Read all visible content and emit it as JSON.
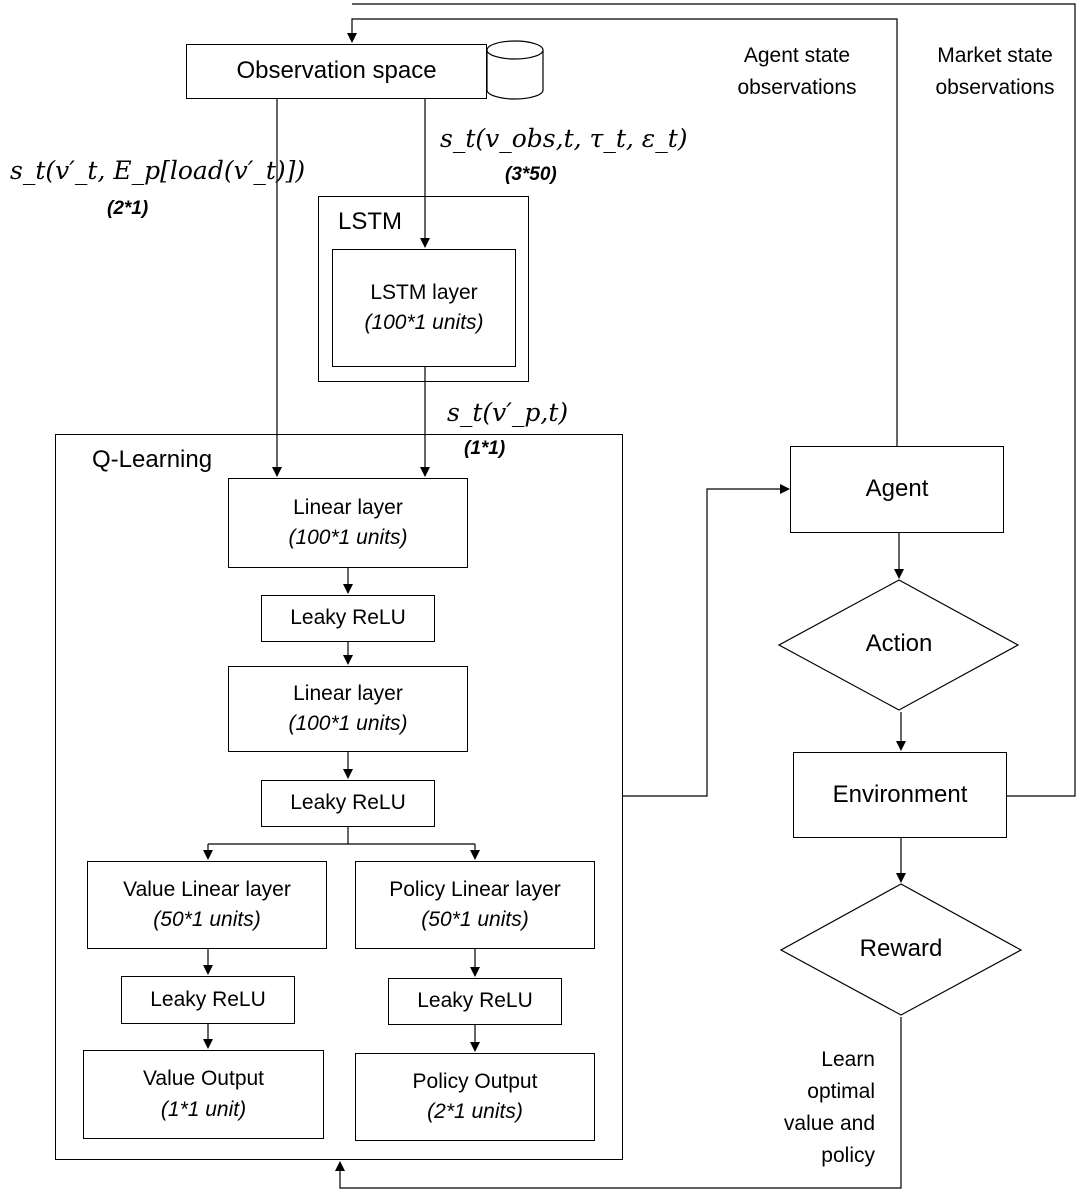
{
  "observation_space": {
    "label": "Observation space"
  },
  "agent_state": {
    "lines": [
      "Agent state",
      "observations"
    ]
  },
  "market_state": {
    "lines": [
      "Market state",
      "observations"
    ]
  },
  "input_left": {
    "formula": "s_t(v′_t, E_p[load(v′_t)])",
    "dims": "(2*1)"
  },
  "input_lstm": {
    "formula": "s_t(v_obs,t, τ_t, ε_t)",
    "dims": "(3*50)"
  },
  "lstm": {
    "title": "LSTM",
    "layer_name": "LSTM layer",
    "layer_units": "(100*1 units)"
  },
  "lstm_output": {
    "formula": "s_t(v′_p,t)",
    "dims": "(1*1)"
  },
  "q_learning": {
    "title": "Q-Learning",
    "linear1": {
      "name": "Linear layer",
      "units": "(100*1 units)"
    },
    "relu1": "Leaky ReLU",
    "linear2": {
      "name": "Linear layer",
      "units": "(100*1 units)"
    },
    "relu2": "Leaky ReLU",
    "value_linear": {
      "name": "Value Linear layer",
      "units": "(50*1 units)"
    },
    "policy_linear": {
      "name": "Policy Linear layer",
      "units": "(50*1 units)"
    },
    "value_relu": "Leaky ReLU",
    "policy_relu": "Leaky ReLU",
    "value_output": {
      "name": "Value Output",
      "units": "(1*1 unit)"
    },
    "policy_output": {
      "name": "Policy Output",
      "units": "(2*1 units)"
    }
  },
  "agent": {
    "label": "Agent"
  },
  "action": {
    "label": "Action"
  },
  "environment": {
    "label": "Environment"
  },
  "reward": {
    "label": "Reward"
  },
  "learn": {
    "lines": [
      "Learn",
      "optimal",
      "value and",
      "policy"
    ]
  }
}
